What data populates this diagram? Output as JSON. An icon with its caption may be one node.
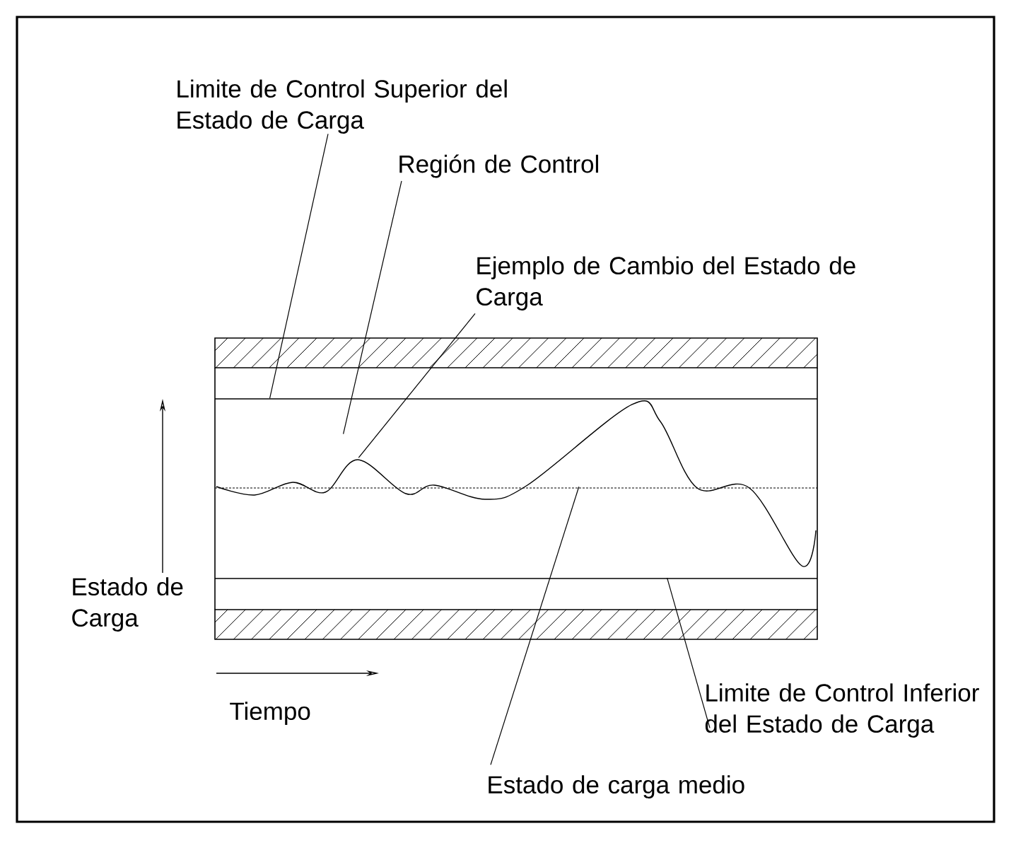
{
  "diagram": {
    "nodes": [
      {
        "text": [
          "Limite de Control Superior del Estado de Carga"
        ]
      },
      {
        "text": [
          "Región de Control"
        ]
      },
      {
        "text": [
          "Ejemplo de Cambio del Estado de Carga"
        ]
      },
      {
        "text": [
          "Estado de carga medio"
        ]
      },
      {
        "text": [
          "Limite de Control Inferior del Estado de Carga"
        ]
      },
      {
        "text": [],
        "shape": "line"
      },
      {
        "text": [],
        "shape": "box"
      },
      {
        "text": [],
        "shape": "curve",
        "in": 6
      },
      {
        "text": [],
        "shape": "line",
        "in": 7
      },
      {
        "text": [],
        "shape": "line"
      }
    ],
    "edges": [
      {
        "from": 0,
        "to": 5,
        "arrow": "none"
      },
      {
        "from": 1,
        "to": 6,
        "arrow": "none"
      },
      {
        "from": 2,
        "to": 7,
        "arrow": "none"
      },
      {
        "from": 3,
        "to": 8,
        "arrow": "none"
      },
      {
        "from": 4,
        "to": 9,
        "arrow": "none"
      }
    ],
    "labels": [
      "Estado de Carga",
      "Tiempo"
    ]
  }
}
